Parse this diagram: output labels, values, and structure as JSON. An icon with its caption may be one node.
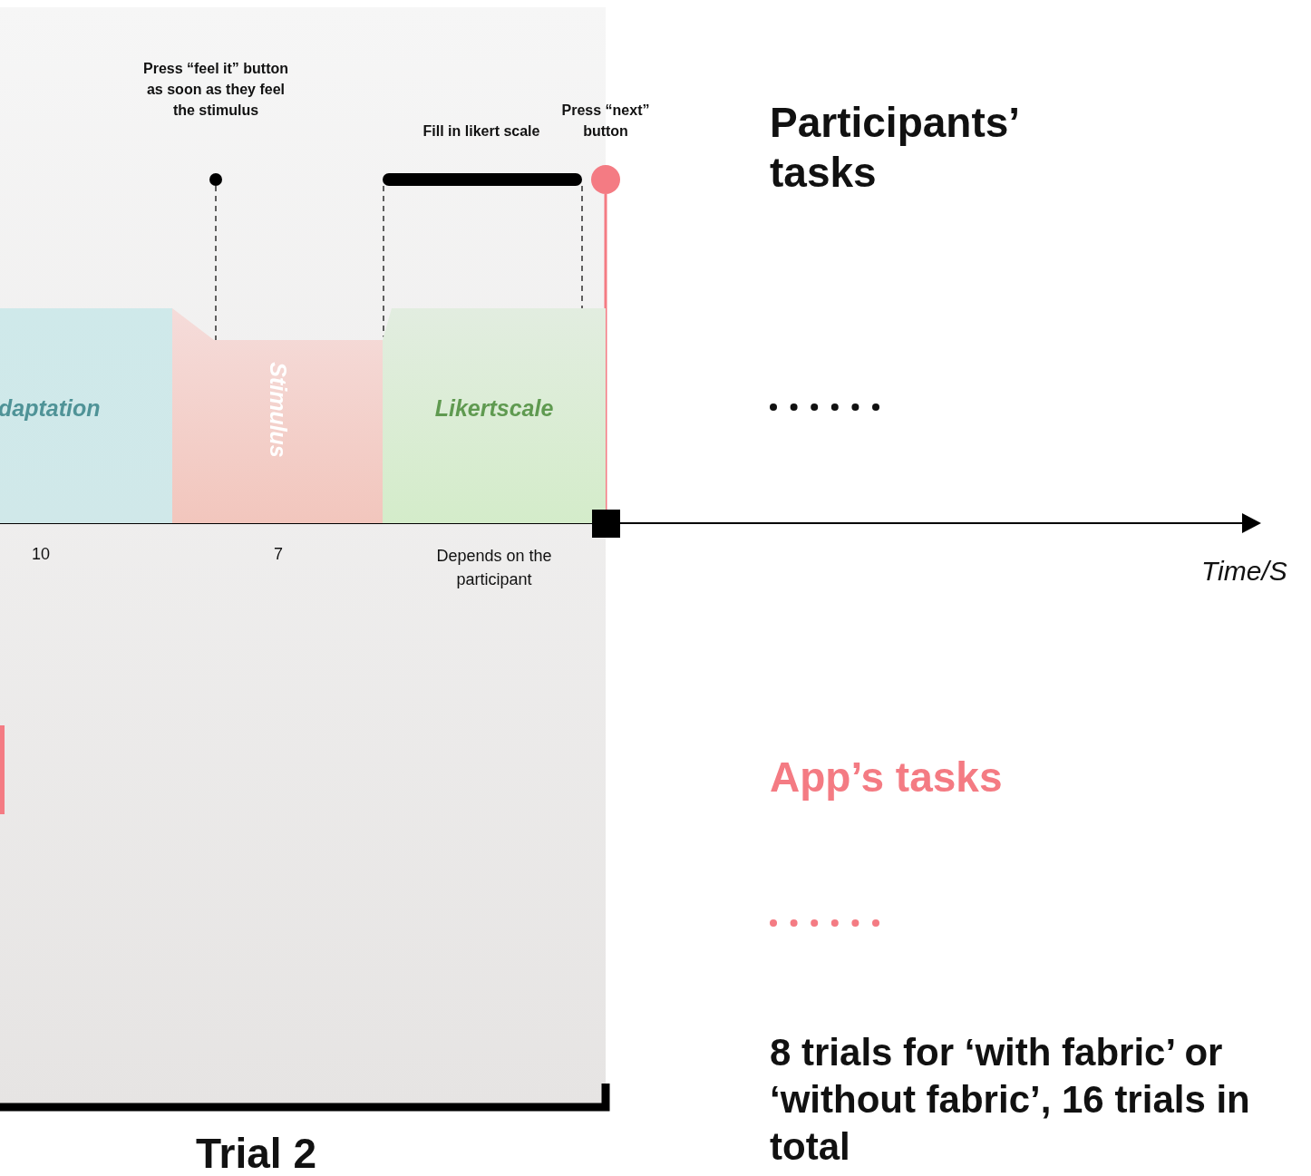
{
  "diagram": {
    "nodes": [
      {
        "text": [
          "daptation"
        ]
      },
      {
        "text": [
          "Stimulus"
        ]
      },
      {
        "text": [
          "Likertscale"
        ]
      },
      {
        "text": [],
        "shape": "circle",
        "beside": [
          "Press “feel it” button as soon as they feel the stimulus"
        ]
      },
      {
        "text": [],
        "shape": "bar",
        "beside": [
          "Fill in likert scale"
        ]
      },
      {
        "text": [],
        "shape": "circle",
        "beside": [
          "Press “next” button"
        ]
      },
      {
        "text": [],
        "shape": "box"
      }
    ],
    "edges": [
      {
        "from": 3,
        "to": 1,
        "arrow": "none",
        "style": "dashed"
      },
      {
        "from": 4,
        "to": 2,
        "arrow": "none",
        "style": "dashed"
      },
      {
        "from": 4,
        "to": 2,
        "arrow": "none",
        "style": "dashed"
      },
      {
        "from": 5,
        "to": 6,
        "arrow": "none",
        "color": "#f47b83"
      }
    ],
    "labels": [
      "Participants’ tasks",
      "10",
      "7",
      "Depends on the participant",
      "Time/S",
      "App’s tasks",
      "8 trials for ‘with fabric’ or ‘without fabric’, 16 trials in total",
      "Trial 2"
    ]
  }
}
